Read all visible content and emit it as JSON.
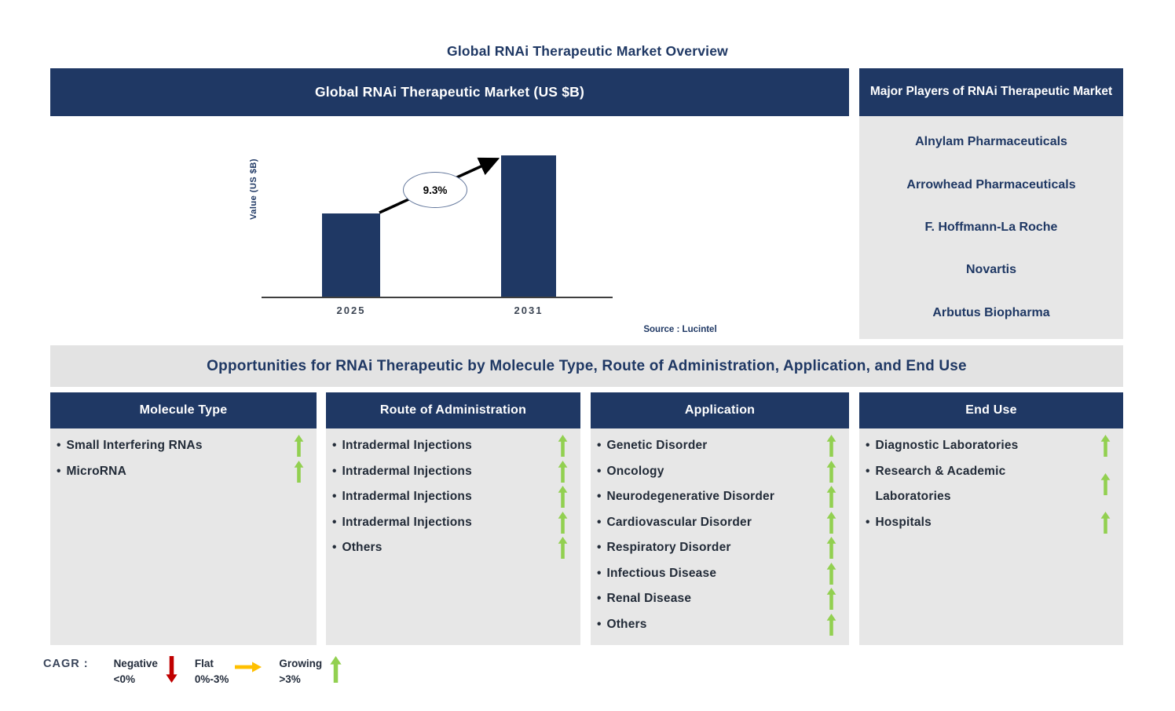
{
  "page": {
    "title": "Global RNAi Therapeutic Market Overview"
  },
  "chart_panel": {
    "header": "Global RNAi Therapeutic Market (US $B)",
    "source": "Source : Lucintel"
  },
  "chart_data": {
    "type": "bar",
    "title": "Global RNAi Therapeutic Market (US $B)",
    "ylabel": "Value (US $B)",
    "xlabel": "",
    "categories": [
      "2025",
      "2031"
    ],
    "relative_heights": [
      0.59,
      1.0
    ],
    "values_labeled": false,
    "cagr_label": "9.3%",
    "annotation": "CAGR growth arrow from 2025 bar to 2031 bar",
    "bar_color": "#1f3864",
    "grid": false,
    "legend_position": "none"
  },
  "players_panel": {
    "header": "Major Players of RNAi Therapeutic Market",
    "players": [
      "Alnylam Pharmaceuticals",
      "Arrowhead Pharmaceuticals",
      "F. Hoffmann-La Roche",
      "Novartis",
      "Arbutus Biopharma"
    ]
  },
  "opportunities": {
    "title": "Opportunities for RNAi Therapeutic by Molecule Type, Route of Administration, Application, and End Use"
  },
  "columns": [
    {
      "header": "Molecule Type",
      "items": [
        {
          "label": "Small Interfering RNAs",
          "trend": "growing"
        },
        {
          "label": "MicroRNA",
          "trend": "growing"
        }
      ]
    },
    {
      "header": "Route of Administration",
      "items": [
        {
          "label": "Intradermal Injections",
          "trend": "growing"
        },
        {
          "label": "Intradermal Injections",
          "trend": "growing"
        },
        {
          "label": "Intradermal Injections",
          "trend": "growing"
        },
        {
          "label": "Intradermal Injections",
          "trend": "growing"
        },
        {
          "label": "Others",
          "trend": "growing"
        }
      ]
    },
    {
      "header": "Application",
      "items": [
        {
          "label": "Genetic Disorder",
          "trend": "growing"
        },
        {
          "label": "Oncology",
          "trend": "growing"
        },
        {
          "label": "Neurodegenerative Disorder",
          "trend": "growing"
        },
        {
          "label": "Cardiovascular Disorder",
          "trend": "growing"
        },
        {
          "label": "Respiratory Disorder",
          "trend": "growing"
        },
        {
          "label": "Infectious Disease",
          "trend": "growing"
        },
        {
          "label": "Renal Disease",
          "trend": "growing"
        },
        {
          "label": "Others",
          "trend": "growing"
        }
      ]
    },
    {
      "header": "End Use",
      "items": [
        {
          "label": "Diagnostic Laboratories",
          "trend": "growing"
        },
        {
          "label": "Research & Academic Laboratories",
          "trend": "growing"
        },
        {
          "label": "Hospitals",
          "trend": "growing"
        }
      ]
    }
  ],
  "legend": {
    "label": "CAGR :",
    "entries": [
      {
        "name": "Negative",
        "range": "<0%",
        "direction": "down",
        "color": "#c00000"
      },
      {
        "name": "Flat",
        "range": "0%-3%",
        "direction": "right",
        "color": "#ffc000"
      },
      {
        "name": "Growing",
        "range": ">3%",
        "direction": "up",
        "color": "#92d050"
      }
    ]
  },
  "colors": {
    "navy": "#1f3864",
    "panel_gray": "#e7e7e7",
    "growing_green": "#92d050",
    "flat_orange": "#ffc000",
    "negative_red": "#c00000",
    "text_dark": "#222b38"
  }
}
